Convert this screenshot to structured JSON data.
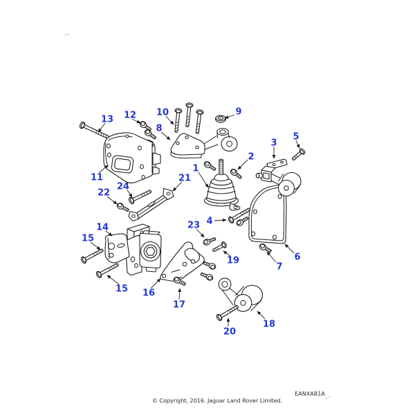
{
  "diagram": {
    "code": "EANXAB1A",
    "copyright": "© Copyright, 2016. Jaguar Land Rover Limited.",
    "callout_color": "#2438cf",
    "line_color": "#1c1c1c",
    "background": "#ffffff",
    "callouts": [
      {
        "n": "1"
      },
      {
        "n": "2"
      },
      {
        "n": "3"
      },
      {
        "n": "4"
      },
      {
        "n": "5"
      },
      {
        "n": "6"
      },
      {
        "n": "7"
      },
      {
        "n": "8"
      },
      {
        "n": "9"
      },
      {
        "n": "10"
      },
      {
        "n": "11"
      },
      {
        "n": "12"
      },
      {
        "n": "13"
      },
      {
        "n": "14"
      },
      {
        "n": "15"
      },
      {
        "n": "15"
      },
      {
        "n": "16"
      },
      {
        "n": "17"
      },
      {
        "n": "18"
      },
      {
        "n": "19"
      },
      {
        "n": "20"
      },
      {
        "n": "21"
      },
      {
        "n": "22"
      },
      {
        "n": "23"
      },
      {
        "n": "24"
      }
    ]
  }
}
